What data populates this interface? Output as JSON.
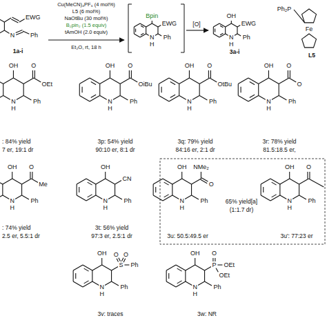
{
  "diagram": {
    "labels": [
      "Cu(MeCN)₄PF₆ (4 mol%)",
      "L5 (6 mol%)",
      "NaOtBu (30 mol%)",
      "B₂pin₂ (1.5 equiv)",
      "tAmOH (2.0 equiv)",
      "Et₂O, rt, 18 h",
      "EWG",
      "N",
      "Ph",
      "1a-i",
      "Bpin",
      "EWG",
      "N",
      "H",
      "Ph",
      "[O]",
      "OH",
      "EWG",
      "N",
      "H",
      "Ph",
      "3a-i",
      "Ph₂P",
      "Fe",
      "L5",
      "OH",
      "O",
      "OEt",
      "N",
      "H",
      "Ph",
      ": 84% yield",
      "7 er, 19:1 dr",
      "OH",
      "O",
      "OiBu",
      "N",
      "H",
      "Ph",
      "3p: 54% yield",
      "90:10 er, 8:1 dr",
      "OH",
      "O",
      "OtBu",
      "N",
      "H",
      "Ph",
      "3q: 79% yield",
      "84:16 er, 2:1 dr",
      "OH",
      "O",
      "O",
      "N",
      "H",
      "Ph",
      "3r: 78% yield",
      "81.5:18.5 er,",
      "OH",
      "O",
      "Me",
      "N",
      "H",
      "Ph",
      ": 74% yield",
      "2.5 er, 5.5:1 dr",
      "OH",
      "CN",
      "N",
      "H",
      "Ph",
      "3t: 56% yield",
      "97:3 er, 2.5:1 dr",
      "OH",
      "O",
      "NMe₂",
      "N",
      "H",
      "Ph",
      "3u: 50.5:49.5 er",
      "65% yield[a]",
      "(1:1.7 dr)",
      "OH",
      "O",
      "N",
      "H",
      "Ph",
      "3u': 77:23 er",
      "OH",
      "S",
      "O",
      "O",
      "Ph",
      "N",
      "H",
      "Ph",
      "3v: traces",
      "OH",
      "P",
      "O",
      "OEt",
      "OEt",
      "N",
      "H",
      "Ph",
      "3w: NR"
    ]
  }
}
